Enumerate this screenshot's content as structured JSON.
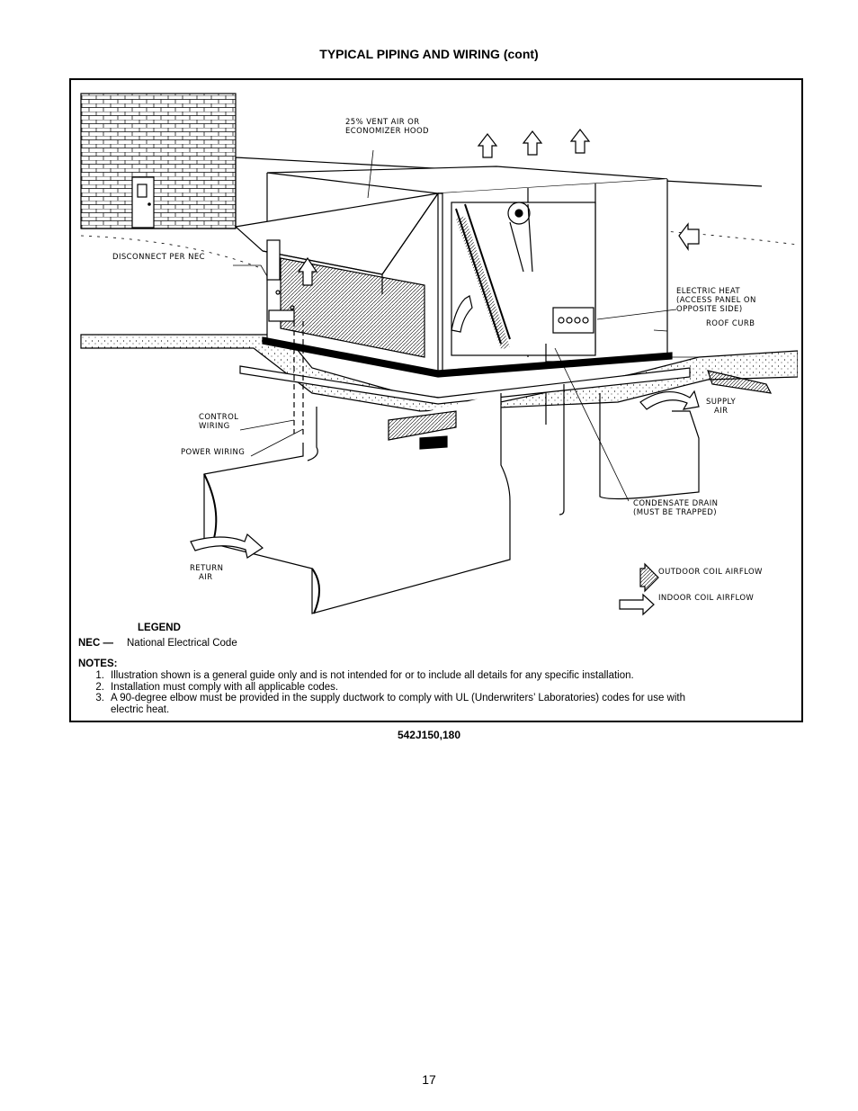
{
  "page": {
    "title": "TYPICAL PIPING AND WIRING (cont)",
    "caption": "542J150,180",
    "page_number": "17"
  },
  "figure": {
    "labels": {
      "vent_air": [
        "25% VENT AIR OR",
        "ECONOMIZER HOOD"
      ],
      "disconnect": "DISCONNECT PER NEC",
      "electric_heat": [
        "ELECTRIC HEAT",
        "(ACCESS PANEL ON",
        "OPPOSITE SIDE)"
      ],
      "roof_curb": "ROOF CURB",
      "supply_air": [
        "SUPPLY",
        "AIR"
      ],
      "control_wiring": [
        "CONTROL",
        "WIRING"
      ],
      "power_wiring": "POWER WIRING",
      "condensate_drain": [
        "CONDENSATE DRAIN",
        "(MUST BE TRAPPED)"
      ],
      "return_air": [
        "RETURN",
        "AIR"
      ],
      "outdoor_coil_airflow": "OUTDOOR COIL AIRFLOW",
      "indoor_coil_airflow": "INDOOR COIL AIRFLOW"
    }
  },
  "legend": {
    "title": "LEGEND",
    "items": [
      {
        "abbr": "NEC —",
        "text": "National Electrical Code"
      }
    ]
  },
  "notes": {
    "title": "NOTES:",
    "items": [
      {
        "num": "1.",
        "text": "Illustration shown is a general guide only and is not intended for or to include all details for any specific installation."
      },
      {
        "num": "2.",
        "text": "Installation must comply with all applicable codes."
      },
      {
        "num": "3.",
        "text": "A 90-degree elbow must be provided in the supply ductwork to comply with UL (Underwriters’ Laboratories) codes for use with electric heat."
      }
    ]
  }
}
